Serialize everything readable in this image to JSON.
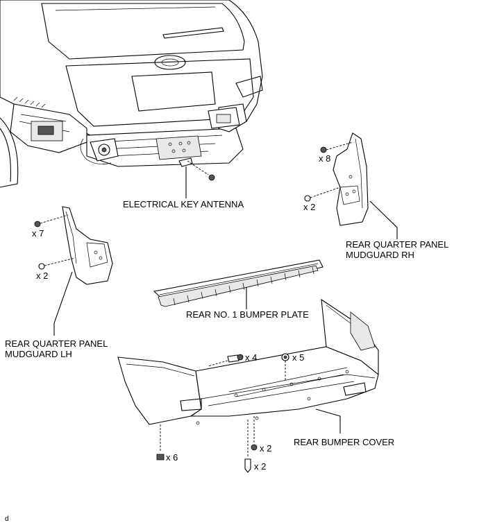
{
  "labels": {
    "electrical_key_antenna": "ELECTRICAL KEY ANTENNA",
    "mudguard_rh_line1": "REAR QUARTER PANEL",
    "mudguard_rh_line2": "MUDGUARD RH",
    "mudguard_lh_line1": "REAR QUARTER PANEL",
    "mudguard_lh_line2": "MUDGUARD LH",
    "bumper_plate": "REAR NO. 1 BUMPER PLATE",
    "bumper_cover": "REAR BUMPER COVER"
  },
  "quantities": {
    "rh_screws": "x 8",
    "rh_clips": "x 2",
    "lh_screws": "x 7",
    "lh_clips": "x 2",
    "cover_bolts": "x 4",
    "cover_clips": "x 5",
    "cover_bottom_screws": "x 6",
    "cover_bottom_clips": "x 2",
    "cover_bottom_pins": "x 2"
  },
  "corner_mark": "d"
}
